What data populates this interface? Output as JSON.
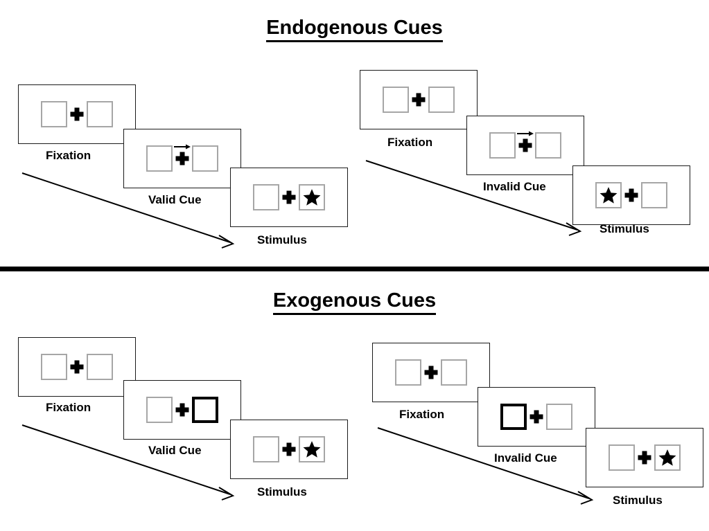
{
  "figure": {
    "title_top": "Endogenous Cues",
    "title_bottom": "Exogenous Cues"
  },
  "sections": [
    {
      "id": "endogenous",
      "heading": "Endogenous Cues",
      "cue_type": "central arrow",
      "trials": [
        {
          "id": "endogenous-valid",
          "condition": "valid",
          "frames": [
            {
              "stage": "Fixation",
              "cue": "none",
              "left_box": "empty",
              "right_box": "empty"
            },
            {
              "stage": "Valid Cue",
              "cue": "arrow-right",
              "left_box": "empty",
              "right_box": "empty"
            },
            {
              "stage": "Stimulus",
              "cue": "none",
              "left_box": "empty",
              "right_box": "star"
            }
          ]
        },
        {
          "id": "endogenous-invalid",
          "condition": "invalid",
          "frames": [
            {
              "stage": "Fixation",
              "cue": "none",
              "left_box": "empty",
              "right_box": "empty"
            },
            {
              "stage": "Invalid Cue",
              "cue": "arrow-right",
              "left_box": "empty",
              "right_box": "empty"
            },
            {
              "stage": "Stimulus",
              "cue": "none",
              "left_box": "star",
              "right_box": "empty"
            }
          ]
        }
      ]
    },
    {
      "id": "exogenous",
      "heading": "Exogenous Cues",
      "cue_type": "peripheral box flash",
      "trials": [
        {
          "id": "exogenous-valid",
          "condition": "valid",
          "frames": [
            {
              "stage": "Fixation",
              "cue": "none",
              "left_box": "empty",
              "right_box": "empty"
            },
            {
              "stage": "Valid Cue",
              "cue": "box-right",
              "left_box": "empty",
              "right_box": "cued"
            },
            {
              "stage": "Stimulus",
              "cue": "none",
              "left_box": "empty",
              "right_box": "star"
            }
          ]
        },
        {
          "id": "exogenous-invalid",
          "condition": "invalid",
          "frames": [
            {
              "stage": "Fixation",
              "cue": "none",
              "left_box": "empty",
              "right_box": "empty"
            },
            {
              "stage": "Invalid Cue",
              "cue": "box-left",
              "left_box": "cued",
              "right_box": "empty"
            },
            {
              "stage": "Stimulus",
              "cue": "none",
              "left_box": "empty",
              "right_box": "star"
            }
          ]
        }
      ]
    }
  ],
  "labels": {
    "fixation": "Fixation",
    "valid_cue": "Valid Cue",
    "invalid_cue": "Invalid Cue",
    "stimulus": "Stimulus"
  },
  "colors": {
    "ink": "#000000",
    "panel_border": "#1a1a1a",
    "box_border": "#a6a6a6",
    "cued_box_border": "#000000",
    "background": "#ffffff"
  }
}
